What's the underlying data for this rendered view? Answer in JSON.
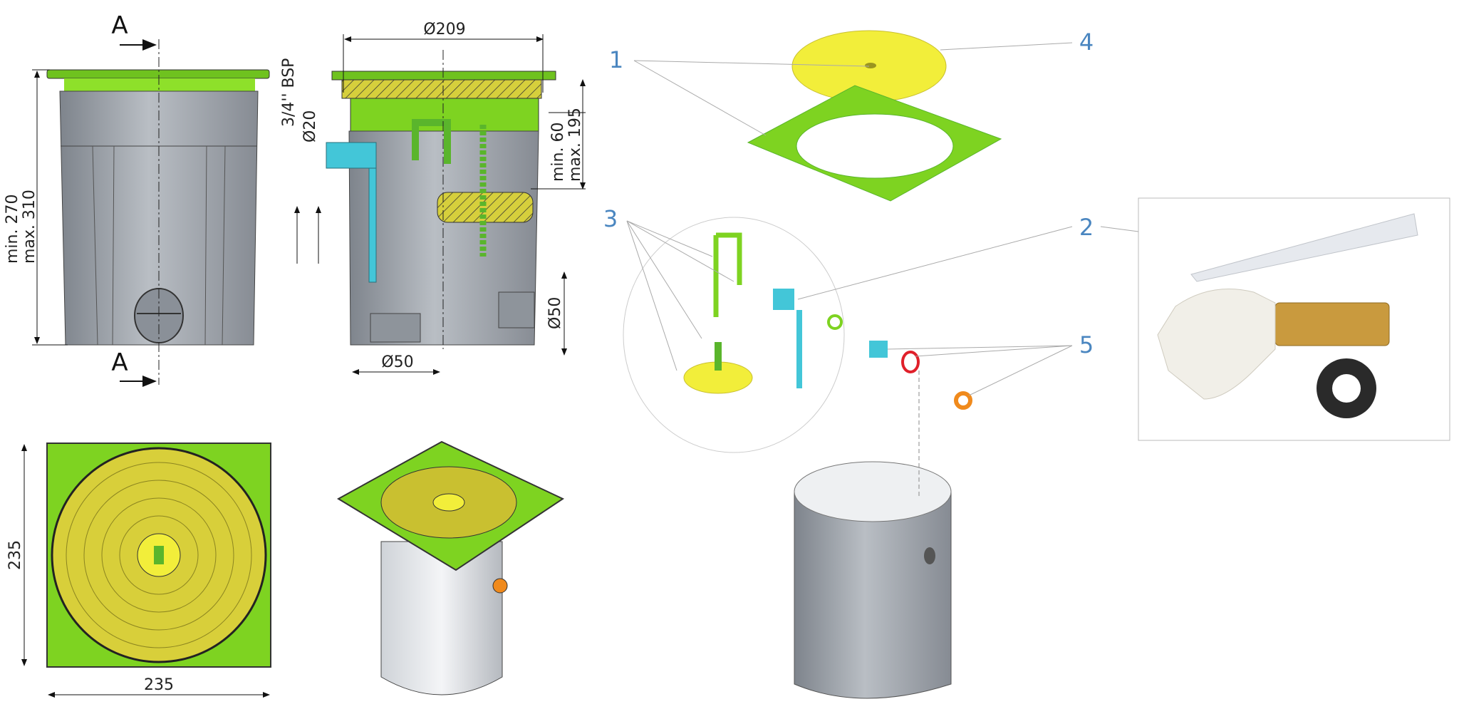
{
  "front_view": {
    "section_marks": [
      "A",
      "A"
    ],
    "height_min_label": "min. 270",
    "height_max_label": "max. 310"
  },
  "section_view": {
    "diameter_top": "Ø209",
    "thread_label": "3/4'' BSP",
    "inlet_diameter": "Ø20",
    "level_min_label": "min. 60",
    "level_max_label": "max. 195",
    "side_outlet_diameter": "Ø50",
    "bottom_outlet_diameter": "Ø50"
  },
  "top_view": {
    "height_label": "235",
    "width_label": "235"
  },
  "exploded_view": {
    "callouts": [
      "1",
      "2",
      "3",
      "4",
      "5"
    ]
  },
  "colors": {
    "lid_green": "#7ed321",
    "cover_yellow": "#f2ee3a",
    "body_gray": "#9aa0a8",
    "callout_blue": "#4a86c0",
    "valve_cyan": "#43c6d8",
    "seal_red": "#e0202a",
    "nut_orange": "#f08a1c"
  }
}
